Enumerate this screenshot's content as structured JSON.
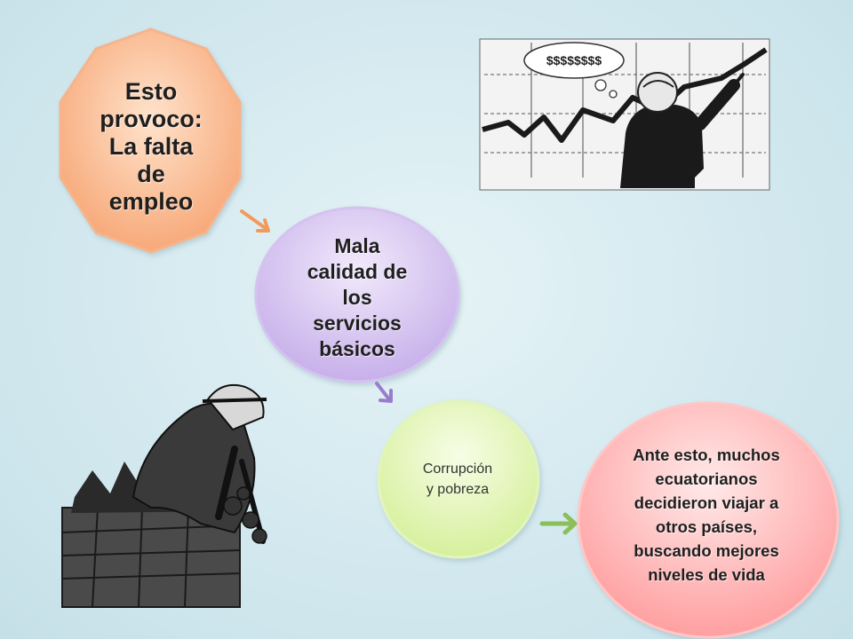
{
  "slide": {
    "background_color": "#d3e9ef"
  },
  "shapes": {
    "decagon": {
      "lines": [
        "Esto",
        "provoco:",
        "La falta",
        "de",
        "empleo"
      ],
      "fill": "#f9b98a",
      "stroke": "#f2a97a"
    },
    "purple_ellipse": {
      "lines": [
        "Mala",
        "calidad de",
        "los",
        "servicios",
        "básicos"
      ],
      "fill": "#d7c4ef",
      "stroke": "#c4aee6"
    },
    "green_ellipse": {
      "lines": [
        "Corrupción",
        "y pobreza"
      ],
      "fill": "#e4f7b4",
      "stroke": "#cbe79a"
    },
    "pink_ellipse": {
      "lines": [
        "Ante esto, muchos",
        "ecuatorianos",
        "decidieron viajar a",
        "otros países,",
        "buscando mejores",
        "niveles de vida"
      ],
      "fill": "#ffb6b6",
      "stroke": "#f29a9a"
    }
  },
  "arrows": {
    "orange": "#f29a5c",
    "purple": "#9a7ccc",
    "green": "#8cbf5a"
  },
  "illustrations": {
    "money_chart": {
      "thought_text": "$$$$$$$$"
    },
    "farmer": {}
  }
}
